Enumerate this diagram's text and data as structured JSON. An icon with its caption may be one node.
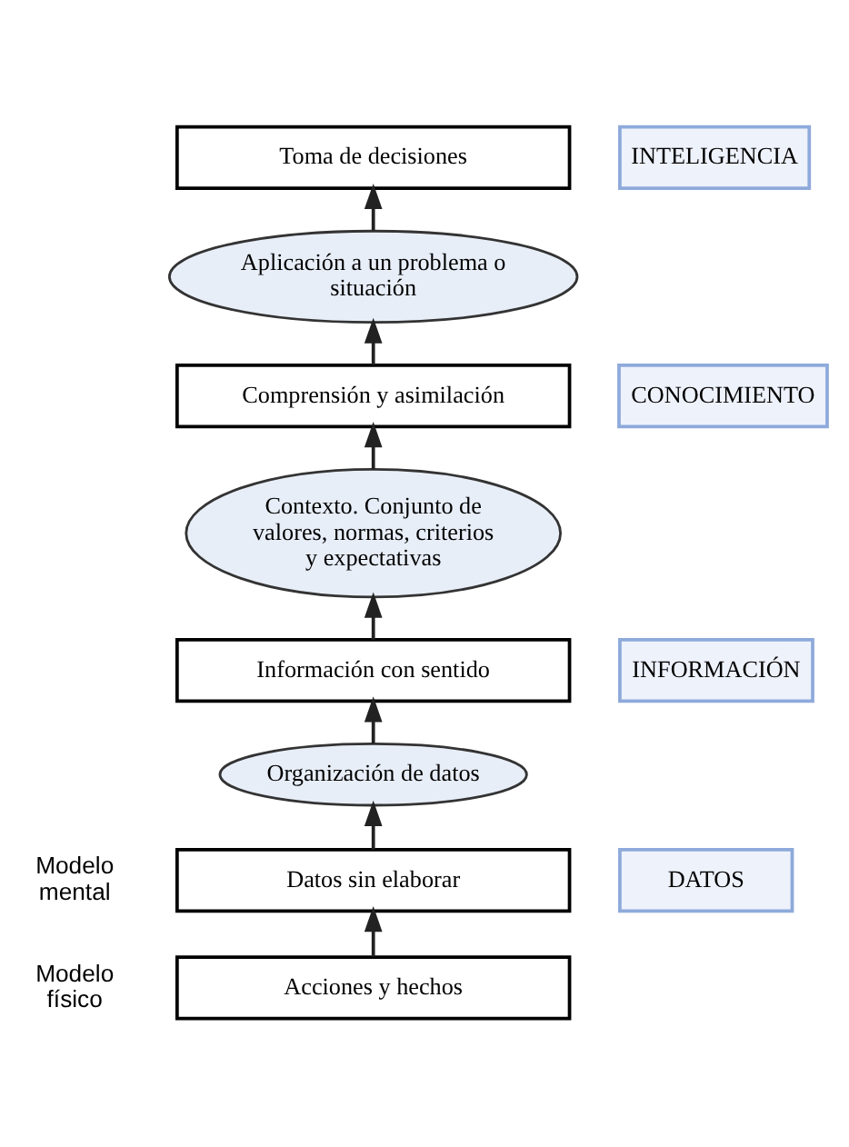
{
  "diagram": {
    "nodes": [
      {
        "text": [
          "Toma de decisiones"
        ]
      },
      {
        "text": [
          "INTELIGENCIA"
        ]
      },
      {
        "text": [
          "Aplicación a un problema o situación"
        ]
      },
      {
        "text": [
          "Comprensión y asimilación"
        ]
      },
      {
        "text": [
          "CONOCIMIENTO"
        ]
      },
      {
        "text": [
          "Contexto. Conjunto de valores, normas, criterios y expectativas"
        ]
      },
      {
        "text": [
          "Información con sentido"
        ]
      },
      {
        "text": [
          "INFORMACIÓN"
        ]
      },
      {
        "text": [
          "Organización de datos"
        ]
      },
      {
        "text": [
          "Datos sin elaborar"
        ]
      },
      {
        "text": [
          "DATOS"
        ]
      },
      {
        "text": [
          "Acciones y hechos"
        ]
      }
    ],
    "edges": [
      {
        "from": 11,
        "to": 9,
        "arrow": "to"
      },
      {
        "from": 9,
        "to": 8,
        "arrow": "to"
      },
      {
        "from": 8,
        "to": 6,
        "arrow": "to"
      },
      {
        "from": 6,
        "to": 5,
        "arrow": "to"
      },
      {
        "from": 5,
        "to": 3,
        "arrow": "to"
      },
      {
        "from": 3,
        "to": 2,
        "arrow": "to"
      },
      {
        "from": 2,
        "to": 0,
        "arrow": "to"
      }
    ],
    "labels": [
      "Modelo mental",
      "Modelo físico"
    ]
  }
}
